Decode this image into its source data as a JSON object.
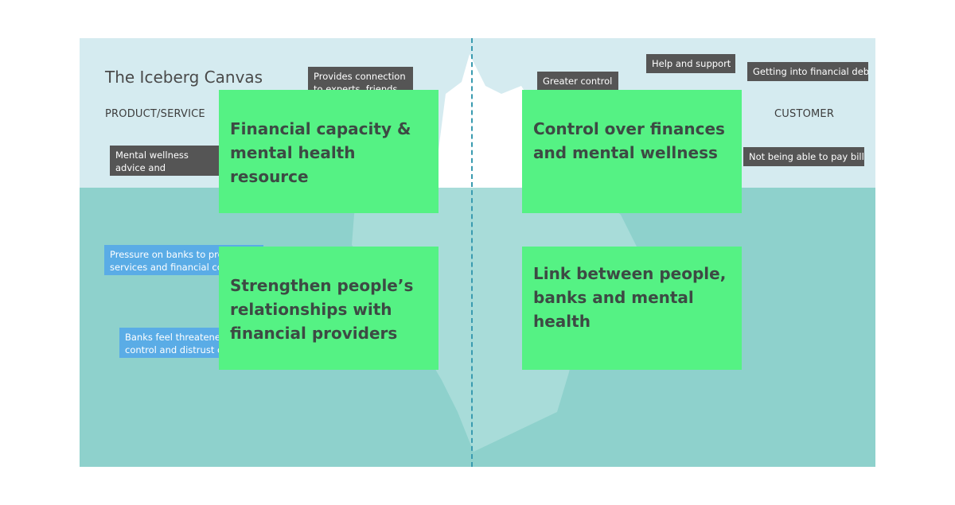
{
  "canvas": {
    "title": "The Iceberg Canvas",
    "left_label": "PRODUCT/SERVICE",
    "right_label": "CUSTOMER"
  },
  "tags": {
    "provides_connection": "Provides connection to experts, friends, family",
    "mental_wellness_advice": "Mental wellness advice and information",
    "greater_control": "Greater control",
    "help_support": "Help and support",
    "financial_debt": "Getting into financial debt",
    "not_pay_bills": "Not being able to pay bills",
    "pressure_banks": "Pressure on banks to provide services and financial control",
    "banks_threatened": "Banks feel threatened by control and distrust of"
  },
  "notes": {
    "top_left": "Financial capacity & mental health resource",
    "top_right": "Control over finances and mental wellness",
    "bottom_left": "Strengthen people’s relationships with financial providers",
    "bottom_right": "Link between people, banks and mental health"
  },
  "colors": {
    "sky": "#d5ebf0",
    "sea": "#8ed1cc",
    "sticky": "#55f284",
    "tag_dark": "#555555",
    "tag_blue": "#5aace6",
    "divider": "#3a9bb0"
  }
}
